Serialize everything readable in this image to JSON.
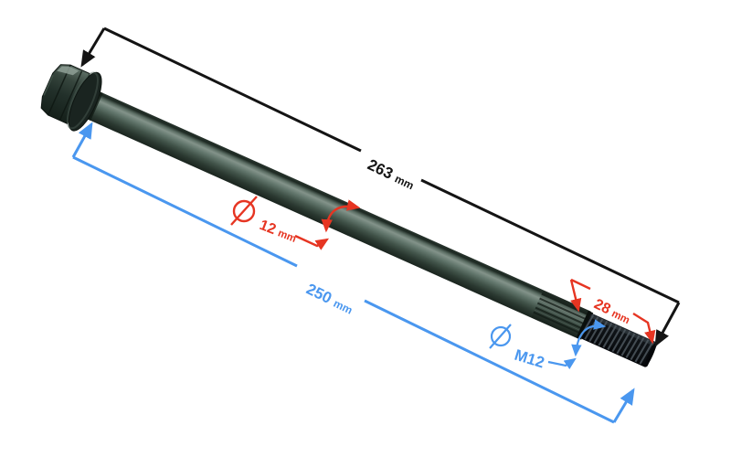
{
  "page": {
    "background_color": "#ffffff",
    "description": "Hex flange axle bolt with dimension callouts"
  },
  "bolt": {
    "part_name": "hex-flange-axle-bolt",
    "body_color": "#42544a",
    "head_color": "#22302a",
    "thread_color": "#0f1317"
  },
  "callouts": {
    "overall_length": {
      "value": "263",
      "unit": "mm",
      "color": "#141414"
    },
    "shank_length": {
      "value": "250",
      "unit": "mm",
      "color": "#4a97ef"
    },
    "shank_diameter": {
      "symbol": "⌀",
      "value": "12",
      "unit": "mm",
      "color": "#e63522"
    },
    "thread_length": {
      "value": "28",
      "unit": "mm",
      "color": "#e63522"
    },
    "thread_size": {
      "symbol": "⌀",
      "value": "M12",
      "color": "#4a97ef"
    }
  }
}
